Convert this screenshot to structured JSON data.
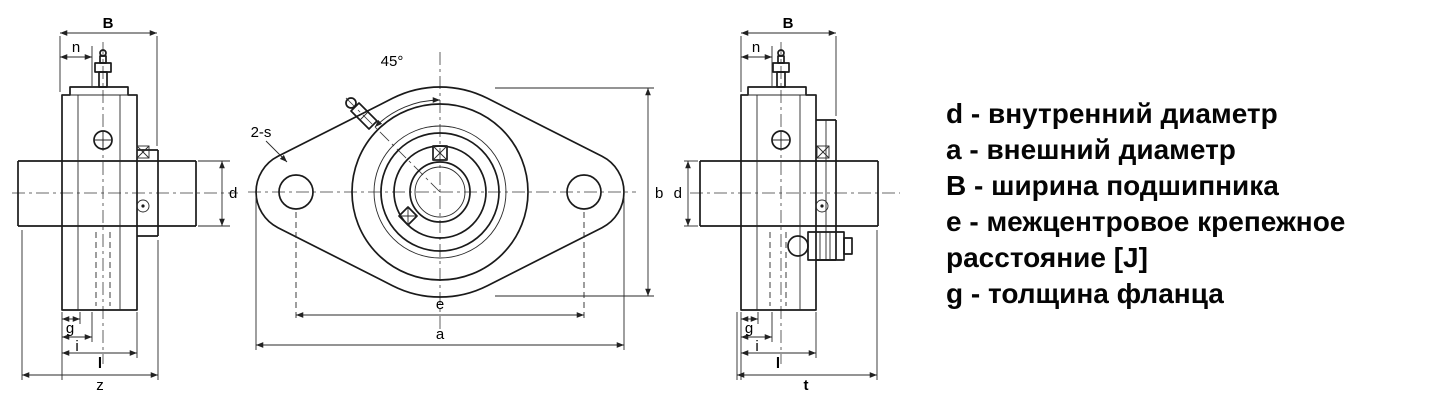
{
  "drawing": {
    "views": {
      "left": {
        "labels": {
          "B": "B",
          "n": "n",
          "d": "d",
          "g": "g",
          "i": "i",
          "l": "l",
          "z": "z"
        }
      },
      "front": {
        "labels": {
          "angle": "45°",
          "holes": "2-s",
          "b": "b",
          "e": "e",
          "a": "a"
        }
      },
      "right": {
        "labels": {
          "B": "B",
          "n": "n",
          "d": "d",
          "g": "g",
          "i": "i",
          "l": "l",
          "t": "t"
        }
      }
    }
  },
  "legend": {
    "lines": [
      "d - внутренний диаметр",
      "a - внешний диаметр",
      "B - ширина подшипника",
      "e - межцентровое крепежное",
      "расстояние [J]",
      "g - толщина фланца"
    ]
  },
  "colors": {
    "line": "#1a1a1a",
    "text": "#000000",
    "background": "#ffffff"
  }
}
